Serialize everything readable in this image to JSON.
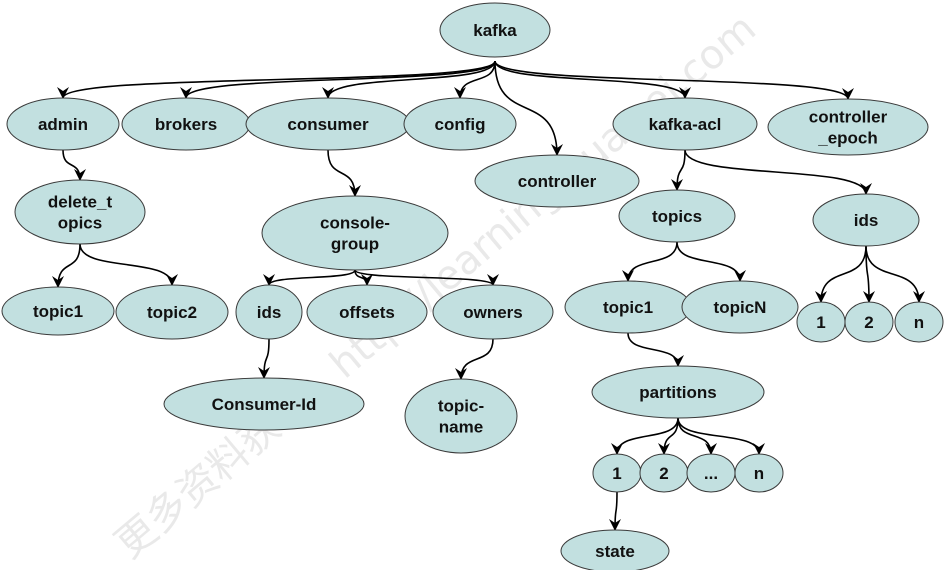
{
  "diagram": {
    "title": "Kafka ZooKeeper directory structure",
    "colors": {
      "node_fill": "#c2e0e0",
      "node_stroke": "#3a3a3a",
      "edge": "#000000"
    },
    "watermark": "更多资料获取：http://learning.huawei.com",
    "nodes": [
      {
        "id": "kafka",
        "label": [
          "kafka"
        ]
      },
      {
        "id": "admin",
        "label": [
          "admin"
        ]
      },
      {
        "id": "brokers",
        "label": [
          "brokers"
        ]
      },
      {
        "id": "consumer",
        "label": [
          "consumer"
        ]
      },
      {
        "id": "config",
        "label": [
          "config"
        ]
      },
      {
        "id": "controller",
        "label": [
          "controller"
        ]
      },
      {
        "id": "kafka-acl",
        "label": [
          "kafka-acl"
        ]
      },
      {
        "id": "controller_epoch",
        "label": [
          "controller",
          "_epoch"
        ]
      },
      {
        "id": "delete_topics",
        "label": [
          "delete_t",
          "opics"
        ]
      },
      {
        "id": "dt-topic1",
        "label": [
          "topic1"
        ]
      },
      {
        "id": "dt-topic2",
        "label": [
          "topic2"
        ]
      },
      {
        "id": "console-group",
        "label": [
          "console-",
          "group"
        ]
      },
      {
        "id": "cg-ids",
        "label": [
          "ids"
        ]
      },
      {
        "id": "offsets",
        "label": [
          "offsets"
        ]
      },
      {
        "id": "owners",
        "label": [
          "owners"
        ]
      },
      {
        "id": "consumer-id",
        "label": [
          "Consumer-Id"
        ]
      },
      {
        "id": "topic-name",
        "label": [
          "topic-",
          "name"
        ]
      },
      {
        "id": "acl-topics",
        "label": [
          "topics"
        ]
      },
      {
        "id": "acl-ids",
        "label": [
          "ids"
        ]
      },
      {
        "id": "acl-topic1",
        "label": [
          "topic1"
        ]
      },
      {
        "id": "acl-topicN",
        "label": [
          "topicN"
        ]
      },
      {
        "id": "id-1",
        "label": [
          "1"
        ]
      },
      {
        "id": "id-2",
        "label": [
          "2"
        ]
      },
      {
        "id": "id-n",
        "label": [
          "n"
        ]
      },
      {
        "id": "partitions",
        "label": [
          "partitions"
        ]
      },
      {
        "id": "p-1",
        "label": [
          "1"
        ]
      },
      {
        "id": "p-2",
        "label": [
          "2"
        ]
      },
      {
        "id": "p-dots",
        "label": [
          "..."
        ]
      },
      {
        "id": "p-n",
        "label": [
          "n"
        ]
      },
      {
        "id": "state",
        "label": [
          "state"
        ]
      }
    ],
    "edges": [
      [
        "kafka",
        "admin"
      ],
      [
        "kafka",
        "brokers"
      ],
      [
        "kafka",
        "consumer"
      ],
      [
        "kafka",
        "config"
      ],
      [
        "kafka",
        "controller"
      ],
      [
        "kafka",
        "kafka-acl"
      ],
      [
        "kafka",
        "controller_epoch"
      ],
      [
        "admin",
        "delete_topics"
      ],
      [
        "delete_topics",
        "dt-topic1"
      ],
      [
        "delete_topics",
        "dt-topic2"
      ],
      [
        "consumer",
        "console-group"
      ],
      [
        "console-group",
        "cg-ids"
      ],
      [
        "console-group",
        "offsets"
      ],
      [
        "console-group",
        "owners"
      ],
      [
        "cg-ids",
        "consumer-id"
      ],
      [
        "owners",
        "topic-name"
      ],
      [
        "kafka-acl",
        "acl-topics"
      ],
      [
        "kafka-acl",
        "acl-ids"
      ],
      [
        "acl-topics",
        "acl-topic1"
      ],
      [
        "acl-topics",
        "acl-topicN"
      ],
      [
        "acl-ids",
        "id-1"
      ],
      [
        "acl-ids",
        "id-2"
      ],
      [
        "acl-ids",
        "id-n"
      ],
      [
        "acl-topic1",
        "partitions"
      ],
      [
        "partitions",
        "p-1"
      ],
      [
        "partitions",
        "p-2"
      ],
      [
        "partitions",
        "p-dots"
      ],
      [
        "partitions",
        "p-n"
      ],
      [
        "p-1",
        "state"
      ]
    ]
  }
}
